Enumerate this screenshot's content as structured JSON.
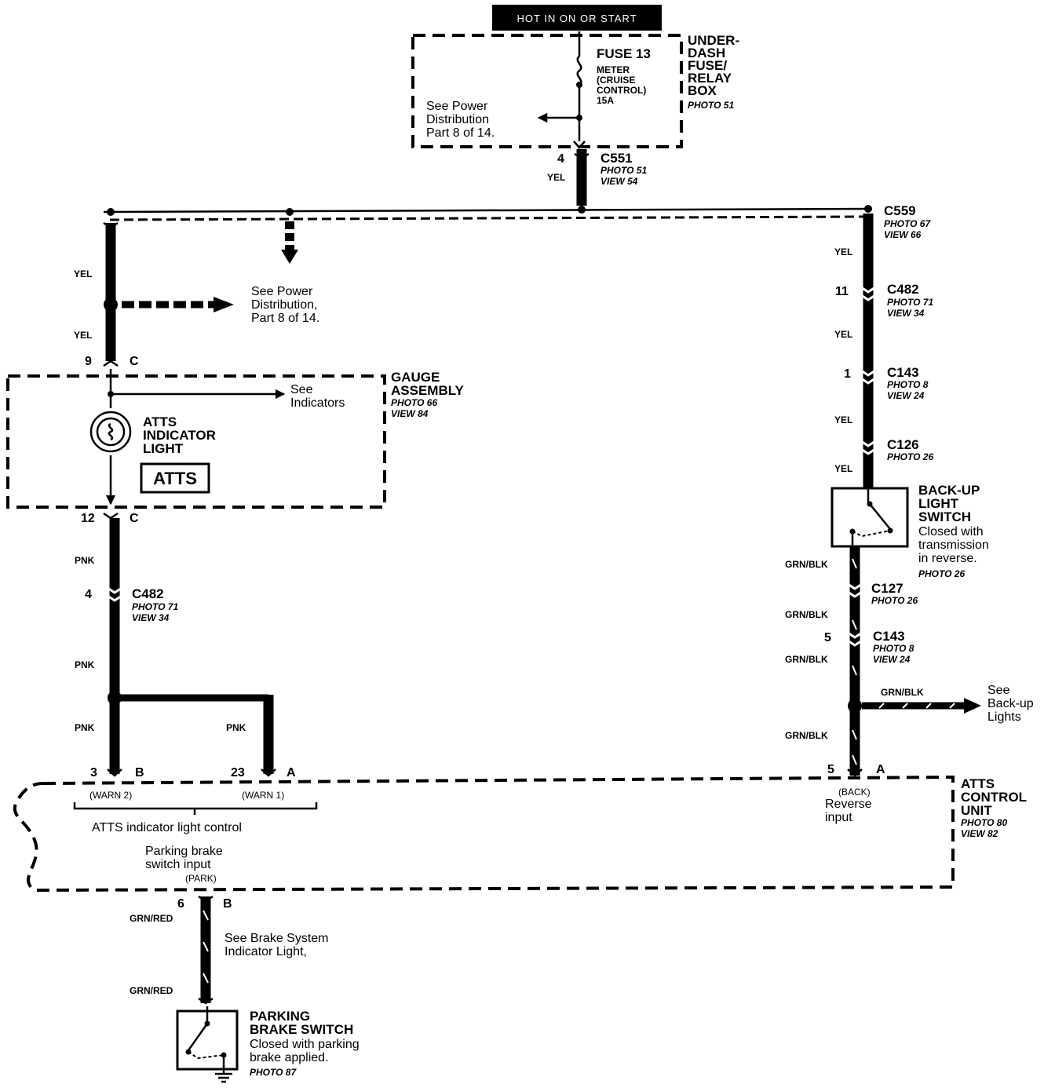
{
  "header": {
    "power_label": "HOT IN ON OR START"
  },
  "fuse_box": {
    "name": "UNDER-\nDASH\nFUSE/\nRELAY\nBOX",
    "photo": "PHOTO 51",
    "fuse": "FUSE 13",
    "fuse_desc": "METER\n(CRUISE\nCONTROL)\n15A",
    "see_power": "See Power\nDistribution\nPart 8 of 14."
  },
  "connectors": {
    "c551": {
      "pin": "4",
      "name": "C551",
      "photo": "PHOTO 51",
      "view": "VIEW 54",
      "wire": "YEL"
    },
    "c559": {
      "name": "C559",
      "photo": "PHOTO 67",
      "view": "VIEW 66"
    },
    "c482_right": {
      "pin": "11",
      "name": "C482",
      "photo": "PHOTO 71",
      "view": "VIEW 34"
    },
    "c143_right": {
      "pin": "1",
      "name": "C143",
      "photo": "PHOTO 8",
      "view": "VIEW 24"
    },
    "c126": {
      "name": "C126",
      "photo": "PHOTO 26"
    },
    "c127": {
      "name": "C127",
      "photo": "PHOTO 26"
    },
    "c143_lower": {
      "pin": "5",
      "name": "C143",
      "photo": "PHOTO 8",
      "view": "VIEW 24"
    },
    "c482_left": {
      "pin": "4",
      "name": "C482",
      "photo": "PHOTO 71",
      "view": "VIEW 34"
    }
  },
  "left_branch": {
    "wire_yel": "YEL",
    "see_power": "See Power\nDistribution,\nPart 8 of 14.",
    "gauge_in_pin": "9",
    "gauge_in_conn": "C",
    "gauge_out_pin": "12",
    "gauge_out_conn": "C",
    "wire_pnk": "PNK"
  },
  "gauge_assembly": {
    "name": "GAUGE\nASSEMBLY",
    "photo": "PHOTO 66",
    "view": "VIEW 84",
    "see_indicators": "See\nIndicators",
    "light_name": "ATTS\nINDICATOR\nLIGHT",
    "badge": "ATTS"
  },
  "right_branch": {
    "wire_yel": "YEL",
    "wire_grn_blk": "GRN/BLK",
    "see_backup": "See\nBack-up\nLights"
  },
  "backup_switch": {
    "name": "BACK-UP\nLIGHT\nSWITCH",
    "desc": "Closed with\ntransmission\nin reverse.",
    "photo": "PHOTO 26"
  },
  "control_unit": {
    "name": "ATTS\nCONTROL\nUNIT",
    "photo": "PHOTO 80",
    "view": "VIEW 82",
    "pin_warn2": "3",
    "conn_warn2": "B",
    "label_warn2": "(WARN 2)",
    "pin_warn1": "23",
    "conn_warn1": "A",
    "label_warn1": "(WARN 1)",
    "indicator_control": "ATTS indicator light control",
    "pin_back": "5",
    "conn_back": "A",
    "label_back": "(BACK)",
    "reverse_input": "Reverse\ninput",
    "parking_input": "Parking brake\nswitch input",
    "label_park": "(PARK)",
    "pin_park": "6",
    "conn_park": "B"
  },
  "parking_branch": {
    "wire": "GRN/RED",
    "see_brake": "See Brake System\nIndicator Light,"
  },
  "parking_switch": {
    "name": "PARKING\nBRAKE SWITCH",
    "desc": "Closed with parking\nbrake applied.",
    "photo": "PHOTO 87"
  }
}
